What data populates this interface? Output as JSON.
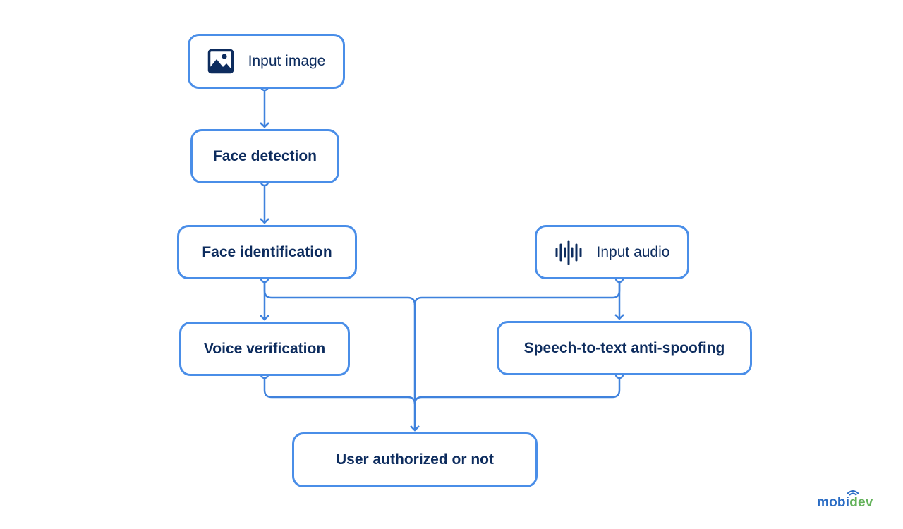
{
  "nodes": {
    "input_image": "Input image",
    "face_detection": "Face detection",
    "face_identification": "Face identification",
    "input_audio": "Input audio",
    "voice_verification": "Voice verification",
    "speech_to_text": "Speech-to-text anti-spoofing",
    "user_authorized": "User authorized or not"
  },
  "icons": {
    "input_image": "image-icon",
    "input_audio": "audio-waveform-icon"
  },
  "logo": {
    "part1": "mobi",
    "part2": "dev"
  },
  "colors": {
    "border": "#4a8ee8",
    "line": "#3f82dd",
    "text": "#0d2c5e",
    "logo_blue": "#2a6cc4",
    "logo_green": "#63b25a"
  }
}
